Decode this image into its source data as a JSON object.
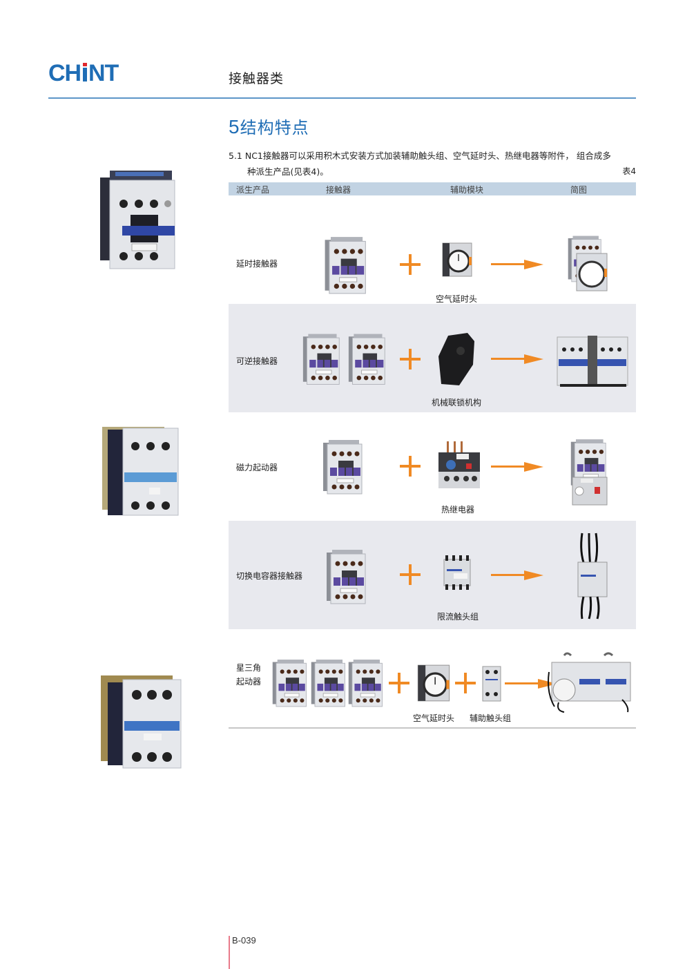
{
  "header": {
    "logo_text": "CHINT",
    "section_title": "接触器类"
  },
  "heading": {
    "number": "5",
    "title": "结构特点"
  },
  "intro": {
    "line1": "5.1 NC1接触器可以采用积木式安装方式加装辅助触头组、空气延时头、热继电器等附件， 组合成多",
    "line2": "种派生产品(见表4)。",
    "table_label": "表4"
  },
  "table": {
    "columns": [
      "派生产品",
      "接触器",
      "辅助模块",
      "简图"
    ],
    "rows": [
      {
        "label": "延时接触器",
        "contactor_count": 1,
        "modules": [
          "空气延时头"
        ],
        "diagram": "延时接触器组合图"
      },
      {
        "label": "可逆接触器",
        "contactor_count": 2,
        "modules": [
          "机械联锁机构"
        ],
        "diagram": "可逆接触器组合图"
      },
      {
        "label": "磁力起动器",
        "contactor_count": 1,
        "modules": [
          "热继电器"
        ],
        "diagram": "磁力起动器组合图"
      },
      {
        "label": "切换电容器接触器",
        "contactor_count": 1,
        "modules": [
          "限流触头组"
        ],
        "diagram": "切换电容器接触器组合图"
      },
      {
        "label_line1": "星三角",
        "label_line2": "起动器",
        "contactor_count": 3,
        "modules": [
          "空气延时头",
          "辅助触头组"
        ],
        "diagram": "星三角起动器组合图"
      }
    ]
  },
  "colors": {
    "brand_blue": "#1f6db5",
    "accent_orange": "#f08a24",
    "table_header": "#c2d3e3",
    "row_grey": "#e8e9ee",
    "logo_red": "#e0262b"
  },
  "footer": {
    "page_number": "B-039"
  }
}
